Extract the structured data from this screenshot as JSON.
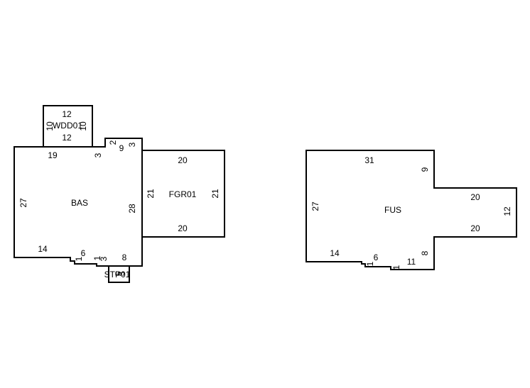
{
  "colors": {
    "line": "#000000",
    "background": "#ffffff"
  },
  "areas": {
    "wdd01": {
      "name": "WDD01",
      "top": "12",
      "bottom": "12",
      "left": "10",
      "right": "10"
    },
    "bas": {
      "name": "BAS",
      "top": "19",
      "notch_a": "3",
      "notch_b": "2",
      "notch_c": "9",
      "notch_d": "3",
      "left": "27",
      "right": "28",
      "bottom_left": "14",
      "step_a": "1",
      "bottom_mid": "6",
      "step_b": "1",
      "step_c": "3",
      "bottom_right": "8"
    },
    "stp01": {
      "name": "STP01",
      "dim_a": "5",
      "dim_b": "3"
    },
    "fgr01": {
      "name": "FGR01",
      "top": "20",
      "bottom": "20",
      "left": "21",
      "right": "21"
    },
    "fus": {
      "name": "FUS",
      "top": "31",
      "notch_right": "9",
      "wing_top": "20",
      "wing_right": "12",
      "wing_bottom": "20",
      "lower_right": "8",
      "left": "27",
      "bottom_left": "14",
      "step_a": "1",
      "bottom_mid": "6",
      "step_b": "1",
      "bottom_right": "11"
    }
  }
}
